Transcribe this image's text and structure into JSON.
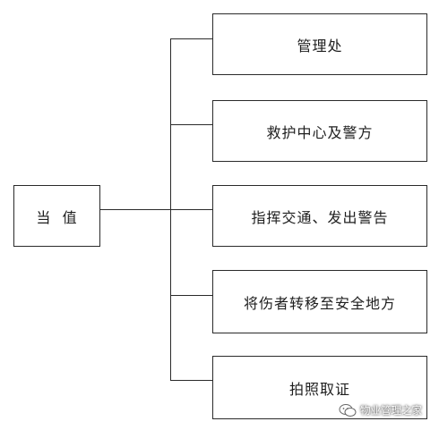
{
  "diagram": {
    "source_node": {
      "label": "当  值"
    },
    "target_nodes": [
      {
        "label": "管理处"
      },
      {
        "label": "救护中心及警方"
      },
      {
        "label": "指挥交通、发出警告"
      },
      {
        "label": "将伤者转移至安全地方"
      },
      {
        "label": "拍照取证"
      }
    ]
  },
  "watermark": {
    "icon": "wechat-icon",
    "text": "物业管理之家"
  }
}
